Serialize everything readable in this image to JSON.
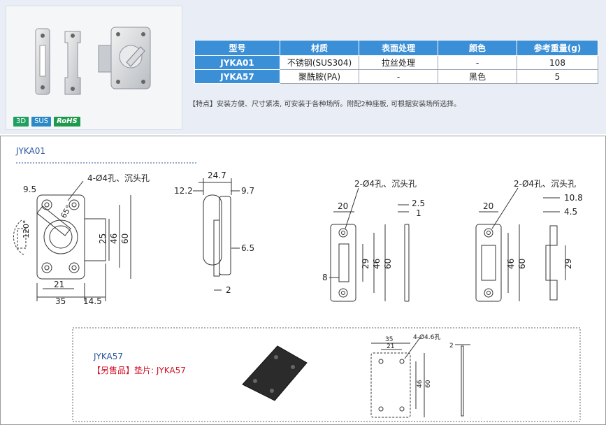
{
  "badges": {
    "b3d": "3D",
    "sus": "SUS",
    "rohs": "RoHS"
  },
  "table": {
    "headers": [
      "型号",
      "材质",
      "表面处理",
      "颜色",
      "参考重量(g)"
    ],
    "rows": [
      [
        "JYKA01",
        "不锈钢(SUS304)",
        "拉丝处理",
        "-",
        "108"
      ],
      [
        "JYKA57",
        "聚酰胺(PA)",
        "-",
        "黑色",
        "5"
      ]
    ]
  },
  "features": "【特点】安装方便、尺寸紧凑, 可安装于各种场所。附配2种座板, 可根据安装场所选择。",
  "drawing": {
    "section1_title": "JYKA01",
    "section2_title": "JYKA57",
    "sold_separately": "【另售品】垫片: JYKA57",
    "notes": {
      "hole_front": "4-Ø4孔、沉头孔",
      "hole_plate1": "2-Ø4孔、沉头孔",
      "hole_plate2": "2-Ø4孔、沉头孔",
      "hole_pad": "4-Ø4.6孔"
    },
    "dims": {
      "d9_5": "9.5",
      "d21": "21",
      "d35": "35",
      "d14_5": "14.5",
      "d25": "25",
      "d46": "46",
      "d60": "60",
      "d120": "120°",
      "d65": "65°",
      "d24_7": "24.7",
      "d12_2": "12.2",
      "d9_7": "9.7",
      "d6_5": "6.5",
      "d2": "2",
      "p1_20": "20",
      "p1_2_5": "2.5",
      "p1_1": "1",
      "p1_8": "8",
      "p1_29": "29",
      "p1_46": "46",
      "p1_60": "60",
      "p2_20": "20",
      "p2_10_8": "10.8",
      "p2_4_5": "4.5",
      "p2_46": "46",
      "p2_60": "60",
      "p2_29": "29",
      "pad_35": "35",
      "pad_21": "21",
      "pad_46": "46",
      "pad_60": "60",
      "pad_2": "2"
    }
  },
  "colors": {
    "header_blue": "#3b8fd6",
    "accent_red": "#d0142c",
    "title_blue": "#2b55a0"
  }
}
